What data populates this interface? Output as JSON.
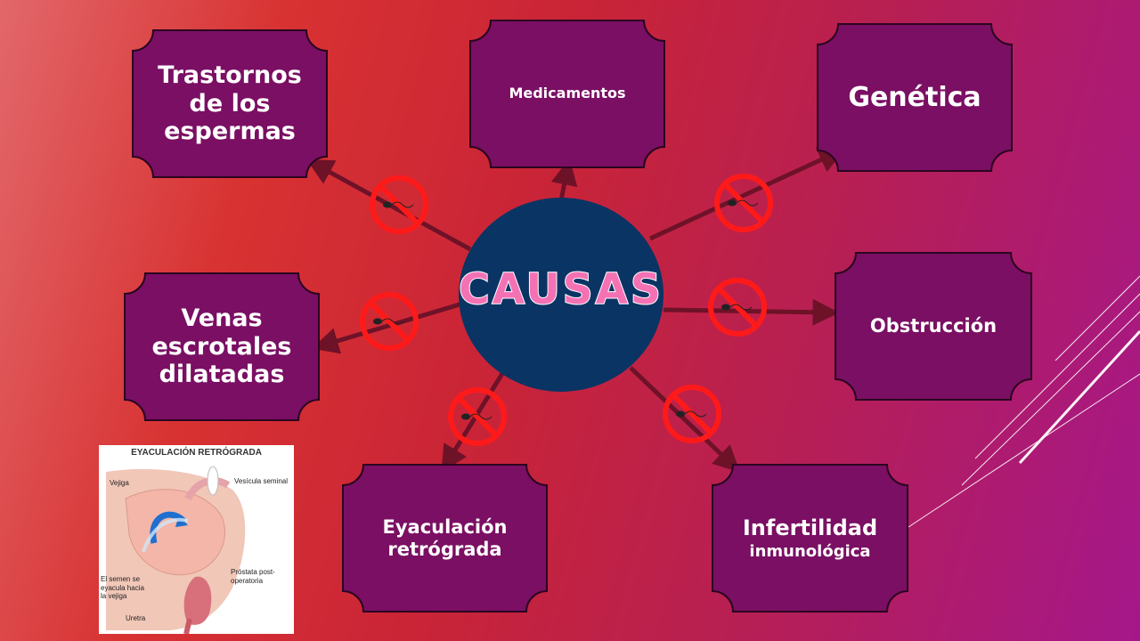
{
  "diagram": {
    "center": "CAUSAS",
    "causes": [
      {
        "line1": "Trastornos de los espermas",
        "line2": ""
      },
      {
        "line1": "Medicamentos",
        "line2": ""
      },
      {
        "line1": "Genética",
        "line2": ""
      },
      {
        "line1": "Venas escrotales dilatadas",
        "line2": ""
      },
      {
        "line1": "Obstrucción",
        "line2": ""
      },
      {
        "line1": "Eyaculación retrógrada",
        "line2": ""
      },
      {
        "line1": "Infertilidad",
        "line2": "inmunológica"
      }
    ]
  },
  "inset": {
    "title": "EYACULACIÓN RETRÓGRADA",
    "labels": {
      "vejiga": "Vejiga",
      "vesicula": "Vesícula seminal",
      "semen": "El semen se eyacula hacia la vejiga",
      "prostata": "Próstata post-operatoria",
      "uretra": "Uretra"
    }
  },
  "colors": {
    "box_fill": "#7a0f63",
    "box_border": "#2b0520",
    "center_fill": "#0a3464",
    "center_text": "#f472b4",
    "arrow": "#6e1228",
    "no_sign": "#ff1a1a"
  }
}
